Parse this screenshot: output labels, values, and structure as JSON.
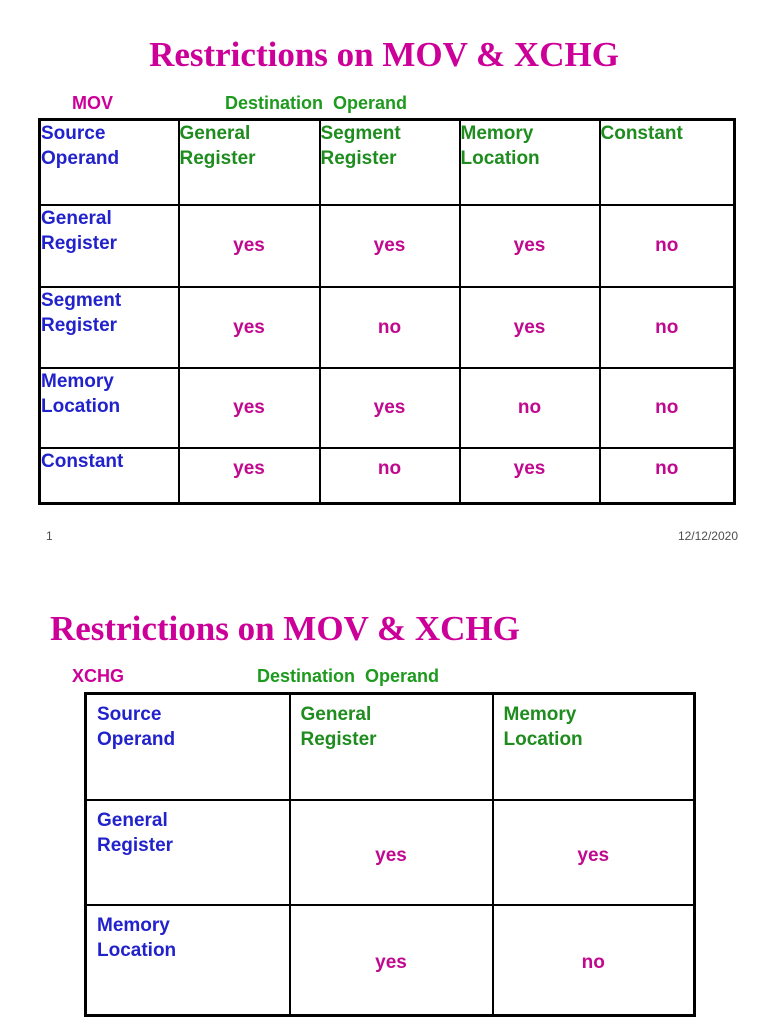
{
  "colors": {
    "title_magenta": "#CC0099",
    "value_magenta": "#C0098E",
    "header_blue": "#2222CC",
    "header_green": "#1E8C1E",
    "label_green": "#1E9A1E",
    "border_black": "#000000",
    "footer_gray": "#4D4D4D"
  },
  "slide1": {
    "title": "Restrictions on MOV & XCHG",
    "instruction_label": "MOV",
    "destination_label": "Destination  Operand",
    "table": {
      "corner": "Source\nOperand",
      "headers": [
        "General\nRegister",
        "Segment\nRegister",
        "Memory\nLocation",
        "Constant"
      ],
      "rows": [
        {
          "label": "General\nRegister",
          "v": [
            "yes",
            "yes",
            "yes",
            "no"
          ]
        },
        {
          "label": "Segment\nRegister",
          "v": [
            "yes",
            "no",
            "yes",
            "no"
          ]
        },
        {
          "label": "Memory\nLocation",
          "v": [
            "yes",
            "yes",
            "no",
            "no"
          ]
        },
        {
          "label": "Constant",
          "v": [
            "yes",
            "no",
            "yes",
            "no"
          ]
        }
      ]
    },
    "footer": {
      "page_number": "1",
      "date": "12/12/2020"
    }
  },
  "slide2": {
    "title": "Restrictions on MOV & XCHG",
    "instruction_label": "XCHG",
    "destination_label": "Destination  Operand",
    "table": {
      "corner": "Source\nOperand",
      "headers": [
        "General\nRegister",
        "Memory\nLocation"
      ],
      "rows": [
        {
          "label": "General\nRegister",
          "v": [
            "yes",
            "yes"
          ]
        },
        {
          "label": "Memory\nLocation",
          "v": [
            "yes",
            "no"
          ]
        }
      ]
    }
  }
}
